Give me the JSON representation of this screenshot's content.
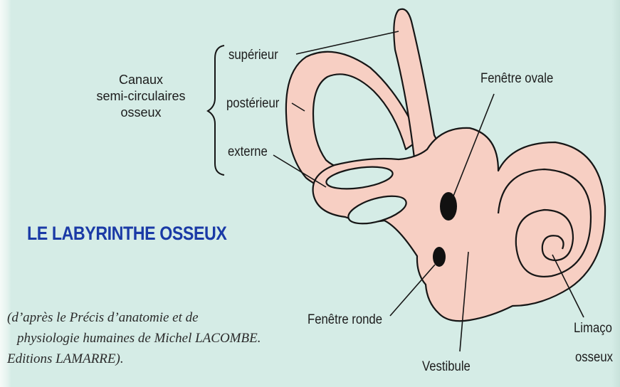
{
  "canaux_label": {
    "line1": "Canaux",
    "line2": "semi-circulaires",
    "line3": "osseux"
  },
  "labels": {
    "superieur": "supérieur",
    "posterieur": "postérieur",
    "externe": "externe",
    "fenetre_ovale": "Fenêtre ovale",
    "fenetre_ronde": "Fenêtre ronde",
    "vestibule": "Vestibule",
    "limacon_line1": "Limaço",
    "limacon_line2": "osseux"
  },
  "title": "LE LABYRINTHE OSSEUX",
  "credit": {
    "line1": "(d’après le Précis d’anatomie et de",
    "line2": "physiologie humaines de Michel LACOMBE.",
    "line3": "Editions LAMARRE)."
  },
  "colors": {
    "background": "#d5ece6",
    "labyrinth_fill": "#f7cfc3",
    "outline": "#161616",
    "title": "#1a3aa6"
  }
}
